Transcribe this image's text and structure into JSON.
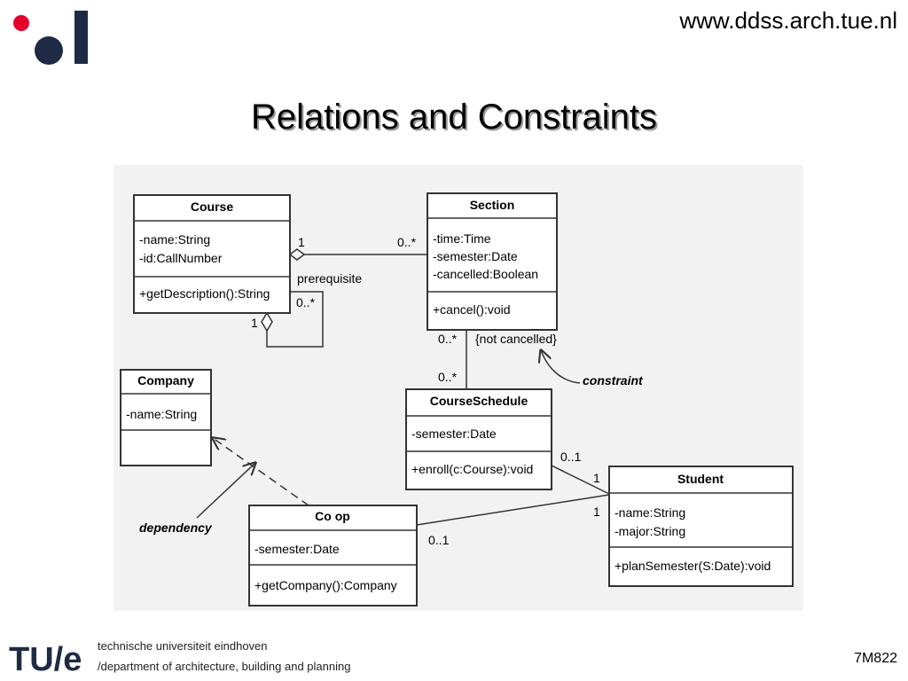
{
  "header": {
    "url": "www.ddss.arch.tue.nl"
  },
  "slide": {
    "title": "Relations and Constraints"
  },
  "diagram": {
    "classes": {
      "course": {
        "name": "Course",
        "attributes": [
          "-name:String",
          "-id:CallNumber"
        ],
        "operations": [
          "+getDescription():String"
        ]
      },
      "section": {
        "name": "Section",
        "attributes": [
          "-time:Time",
          "-semester:Date",
          "-cancelled:Boolean"
        ],
        "operations": [
          "+cancel():void"
        ]
      },
      "company": {
        "name": "Company",
        "attributes": [
          "-name:String"
        ],
        "operations": []
      },
      "course_schedule": {
        "name": "CourseSchedule",
        "attributes": [
          "-semester:Date"
        ],
        "operations": [
          "+enroll(c:Course):void"
        ]
      },
      "student": {
        "name": "Student",
        "attributes": [
          "-name:String",
          "-major:String"
        ],
        "operations": [
          "+planSemester(S:Date):void"
        ]
      },
      "coop": {
        "name": "Co op",
        "attributes": [
          "-semester:Date"
        ],
        "operations": [
          "+getCompany():Company"
        ]
      }
    },
    "labels": {
      "course_section_1": "1",
      "course_section_many": "0..*",
      "prerequisite": "prerequisite",
      "prereq_many": "0..*",
      "prereq_1": "1",
      "section_many": "0..*",
      "constraint_text": "{not cancelled}",
      "schedule_many": "0..*",
      "constraint_note": "constraint",
      "schedule_01": "0..1",
      "student_1a": "1",
      "student_1b": "1",
      "coop_01": "0..1",
      "dependency_note": "dependency"
    }
  },
  "footer": {
    "university": "technische universiteit eindhoven",
    "department": "/department of architecture, building and planning",
    "slide_code": "7M822"
  },
  "colors": {
    "logo_red": "#e4002b",
    "logo_navy": "#1f2a44",
    "diagram_bg": "#f2f2f2"
  }
}
